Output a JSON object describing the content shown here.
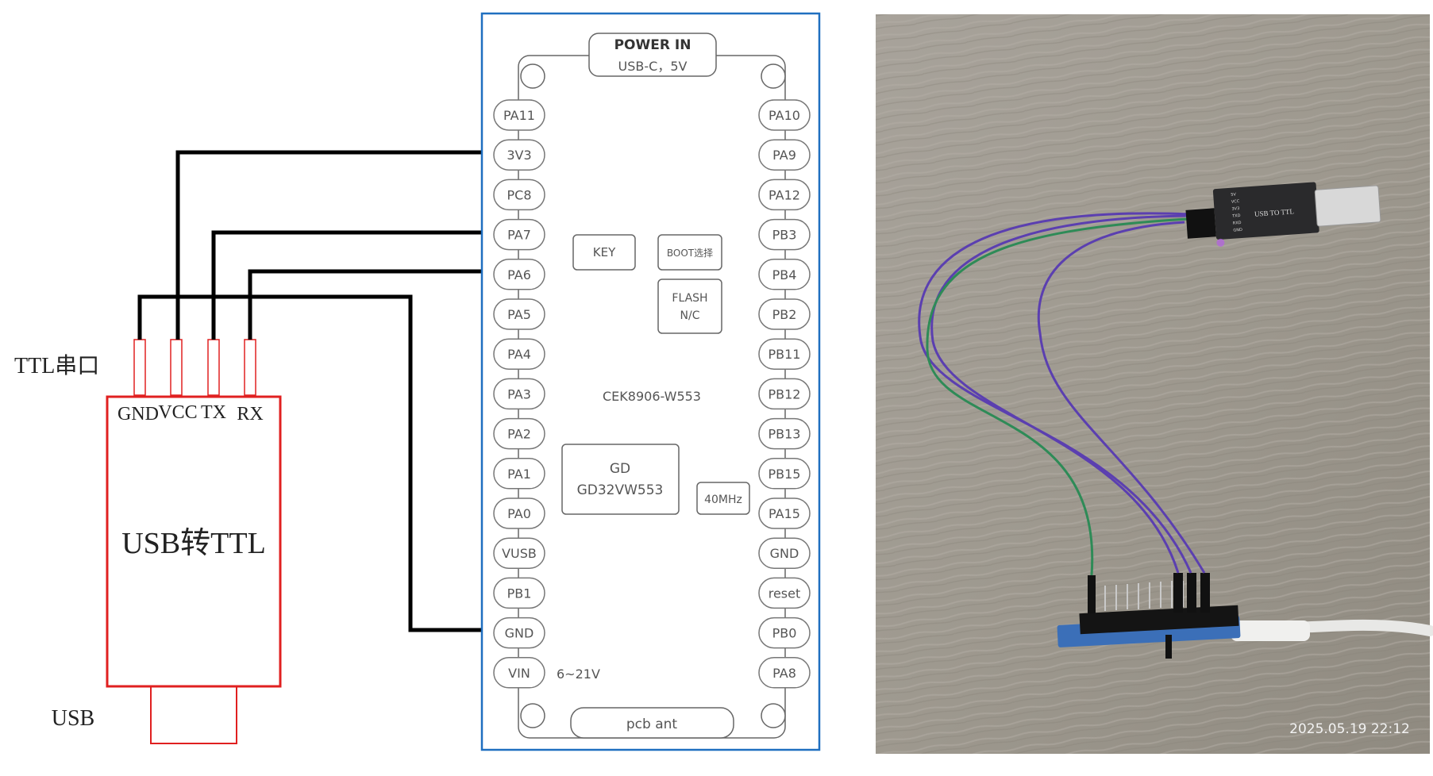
{
  "ttl_module": {
    "header_label": "TTL串口",
    "pins": [
      "GND",
      "VCC",
      "TX",
      "RX"
    ],
    "title": "USB转TTL",
    "usb_label": "USB"
  },
  "board": {
    "power_title": "POWER IN",
    "power_subtitle": "USB-C，5V",
    "left_pins": [
      "PA11",
      "3V3",
      "PC8",
      "PA7",
      "PA6",
      "PA5",
      "PA4",
      "PA3",
      "PA2",
      "PA1",
      "PA0",
      "VUSB",
      "PB1",
      "GND",
      "VIN"
    ],
    "right_pins": [
      "PA10",
      "PA9",
      "PA12",
      "PB3",
      "PB4",
      "PB2",
      "PB11",
      "PB12",
      "PB13",
      "PB15",
      "PA15",
      "GND",
      "reset",
      "PB0",
      "PA8"
    ],
    "key_label": "KEY",
    "boot_label": "BOOT选择",
    "flash_label": [
      "FLASH",
      "N/C"
    ],
    "model_label": "CEK8906-W553",
    "chip_label": [
      "GD",
      "GD32VW553"
    ],
    "crystal_label": "40MHz",
    "vin_range": "6~21V",
    "antenna_label": "pcb ant"
  },
  "photo": {
    "adapter_label": "USB TO TTL",
    "adapter_pins": [
      "5V",
      "VCC",
      "3V3",
      "TXD",
      "RXD",
      "GND"
    ],
    "timestamp": "2025.05.19 22:12"
  },
  "colors": {
    "wire": "#000000",
    "ttl_outline": "#e02020",
    "board_outline": "#1f6fc0",
    "wire_purple": "#5b3fb0",
    "wire_green": "#2e8b57"
  }
}
